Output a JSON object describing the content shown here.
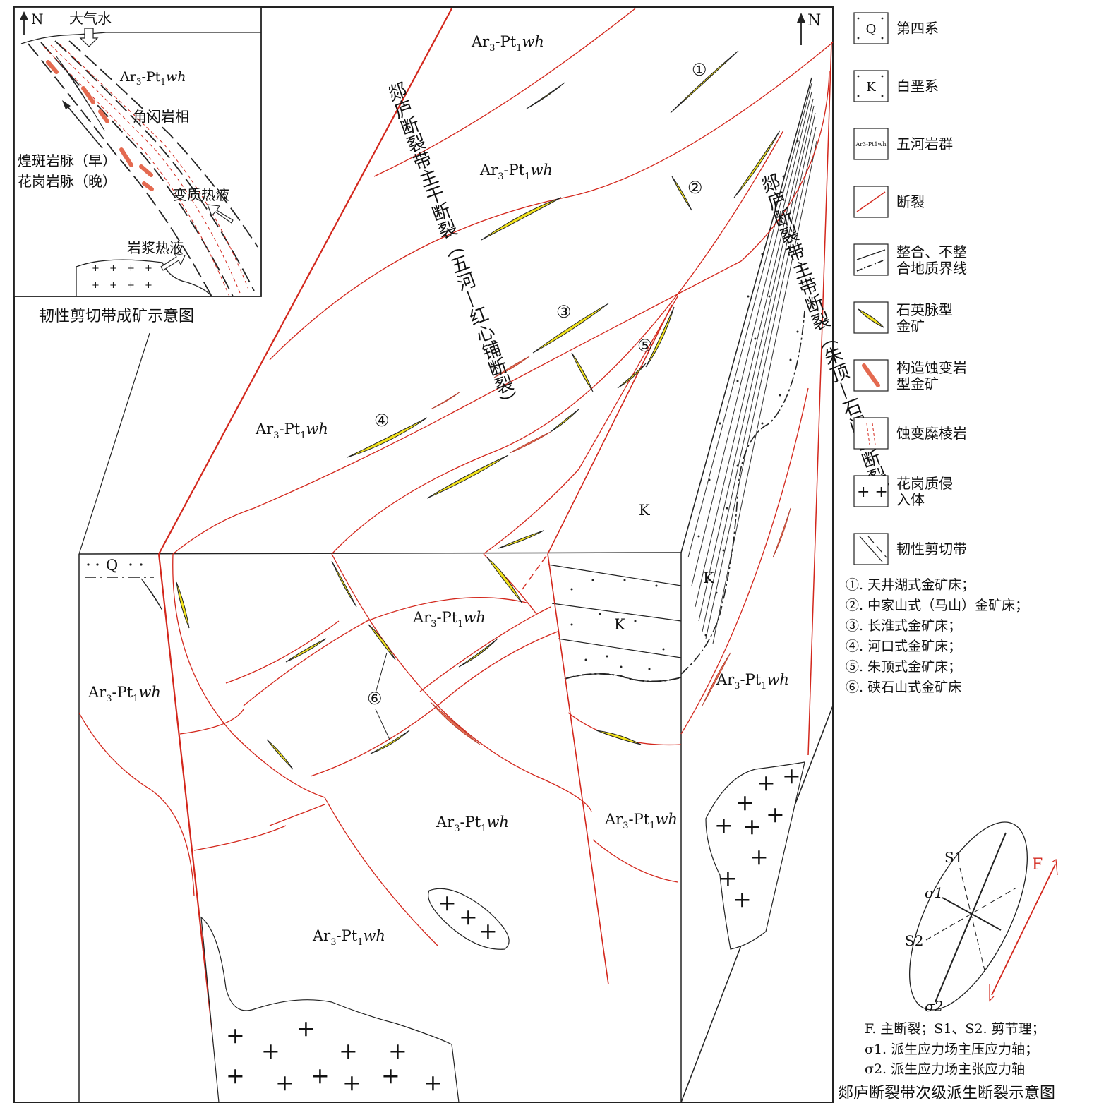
{
  "title": "郯庐断裂带次级派生断裂示意图",
  "inset": {
    "caption": "韧性剪切带成矿示意图",
    "north": "N",
    "labels": {
      "meteoric": "大气水",
      "rock": "Ar3-Pt1wh",
      "facies": "角闪岩相",
      "dike_early": "煌斑岩脉（早）",
      "dike_late": "花岗岩脉（晚）",
      "metamorphic_fluid": "变质热液",
      "magmatic_fluid": "岩浆热液"
    }
  },
  "main": {
    "north": "N",
    "unit_rock": "Ar3-Pt1wh",
    "unit_k": "K",
    "unit_q": "Q",
    "fault_west": "郯庐断裂带主干断裂（五河—红心铺断裂）",
    "fault_east": "郯庐断裂带主带断裂（朱顶—石门山断裂）",
    "deposit_marks": [
      "①",
      "②",
      "③",
      "④",
      "⑤",
      "⑥"
    ]
  },
  "legend": [
    {
      "symbol": "quaternary",
      "label": "第四系",
      "inner": "Q"
    },
    {
      "symbol": "cretaceous",
      "label": "白垩系",
      "inner": "K"
    },
    {
      "symbol": "wuhe",
      "label": "五河岩群",
      "inner": "Ar3-Pt1wh"
    },
    {
      "symbol": "fault",
      "label": "断裂"
    },
    {
      "symbol": "boundary",
      "label": "整合、不整合地质界线"
    },
    {
      "symbol": "quartz_vein",
      "label": "石英脉型金矿"
    },
    {
      "symbol": "altered_rock",
      "label": "构造蚀变岩型金矿"
    },
    {
      "symbol": "mylonite",
      "label": "蚀变糜棱岩"
    },
    {
      "symbol": "granite",
      "label": "花岗质侵入体"
    },
    {
      "symbol": "ductile_shear",
      "label": "韧性剪切带"
    }
  ],
  "deposits": [
    "①. 天井湖式金矿床；",
    "②. 中家山式（马山）金矿床；",
    "③. 长淮式金矿床；",
    "④. 河口式金矿床；",
    "⑤. 朱顶式金矿床；",
    "⑥. 硖石山式金矿床"
  ],
  "stress": {
    "f": "F",
    "s1": "S1",
    "s2": "S2",
    "sigma1": "σ1",
    "sigma2": "σ2",
    "notes": [
      "F. 主断裂；S1、S2. 剪节理；",
      "σ1. 派生应力场主压应力轴；",
      "σ2. 派生应力场主张应力轴"
    ]
  },
  "colors": {
    "fault": "#d3271c",
    "gold_vein": "#f1e21b",
    "altered": "#e46a50",
    "line": "#222222"
  }
}
